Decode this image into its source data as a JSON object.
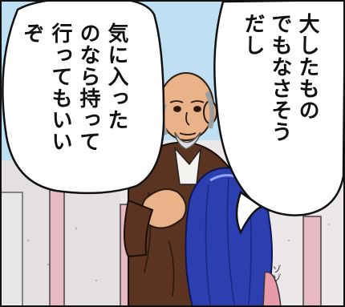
{
  "bubbles": {
    "left": {
      "lines": [
        "気に入った",
        "のなら持って",
        "行ってもいい",
        "ぞ"
      ]
    },
    "right": {
      "lines": [
        "大したもの",
        "でもなさそう",
        "だし"
      ]
    }
  },
  "sfx": {
    "text": "ゾゾ"
  },
  "colors": {
    "sky": "#bfe0f2",
    "wall": "#e9e6e7",
    "pillar": "#e6b9c2",
    "coat": "#5a3420",
    "skin": "#e9b288",
    "hair": "#2c3fb0"
  }
}
